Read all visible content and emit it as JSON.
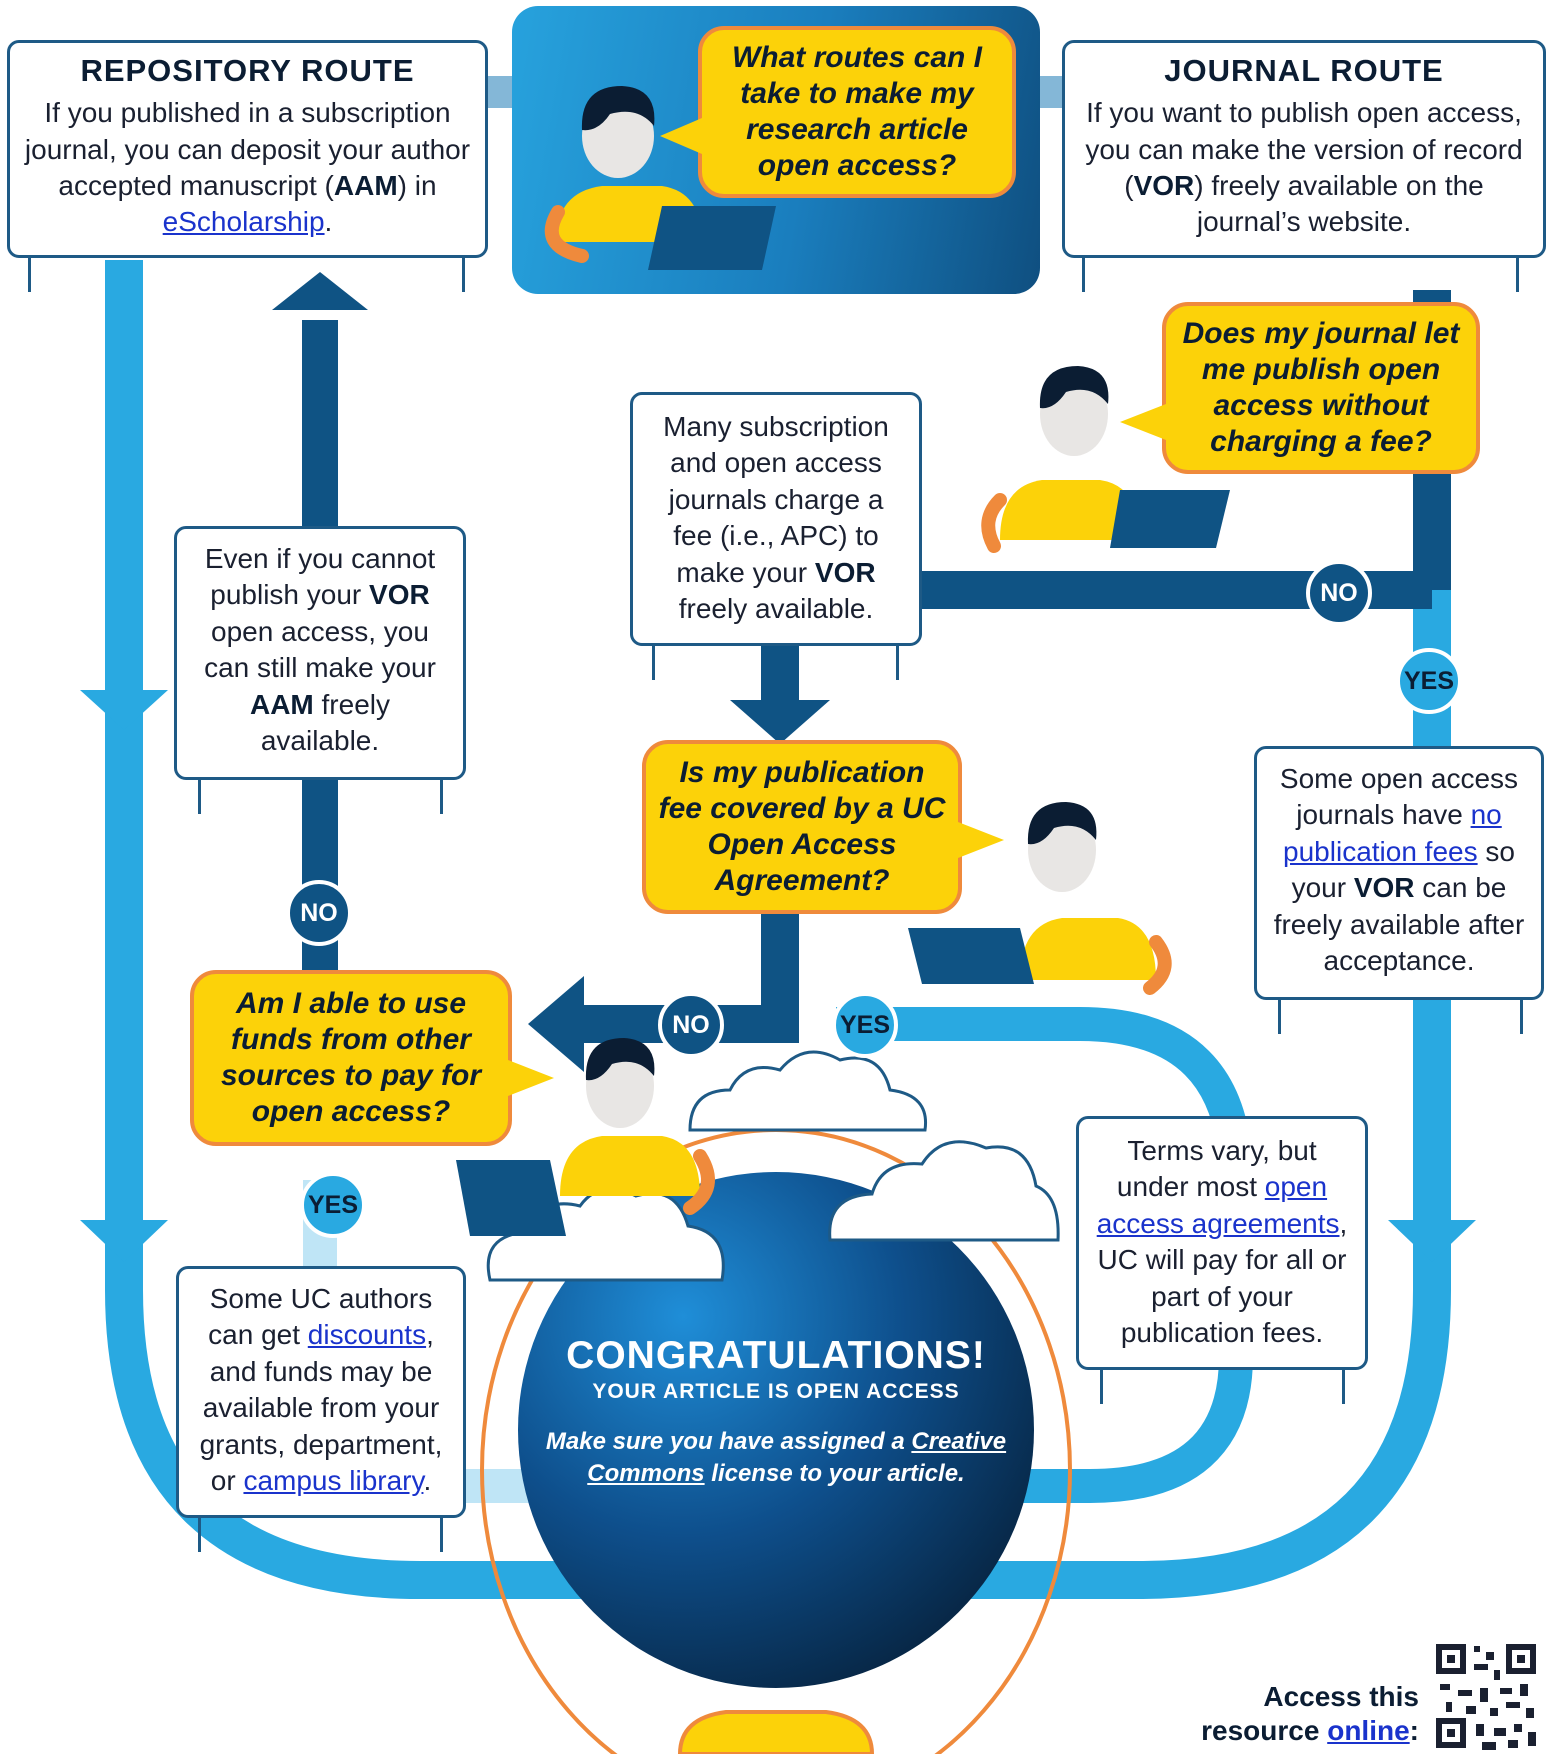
{
  "colors": {
    "light_arrow": "#29a9e1",
    "dark_arrow": "#0f5384",
    "box_border": "#1e5a86",
    "bubble_fill": "#fcd209",
    "bubble_border": "#ef8a3c",
    "link": "#1a33cc"
  },
  "repository_route": {
    "heading": "REPOSITORY ROUTE",
    "text_1": "If you published in a subscription journal, you can deposit your author accepted manuscript (",
    "abbr": "AAM",
    "text_2": ") in ",
    "link": "eScholarship",
    "text_3": "."
  },
  "journal_route": {
    "heading": "JOURNAL ROUTE",
    "text_1": "If you want to publish open access, you can make the version of record (",
    "abbr": "VOR",
    "text_2": ") freely available on the journal’s website."
  },
  "questions": {
    "q1": "What routes can I take to make my research article open access?",
    "q2": "Does my journal let me publish open access without charging a fee?",
    "q3": "Is my publication fee covered by a UC Open Access Agreement?",
    "q4": "Am I able to use funds from other sources to pay for open access?"
  },
  "info_boxes": {
    "apc": {
      "text_1": "Many subscription and open access journals charge a fee (i.e., APC) to make your ",
      "abbr": "VOR",
      "text_2": " freely available."
    },
    "aam": {
      "text_1": "Even if you cannot publish your ",
      "abbr": "VOR",
      "text_2": " open access, you can still make your ",
      "abbr2": "AAM",
      "text_3": " freely available."
    },
    "no_fee": {
      "text_1": "Some open access journals have ",
      "link": "no publication fees",
      "text_2": " so your ",
      "abbr": "VOR",
      "text_3": " can be freely available after acceptance."
    },
    "agreements": {
      "text_1": "Terms vary, but under most ",
      "link": "open access agreements",
      "text_2": ", UC will pay for all or part of your publication fees."
    },
    "discounts": {
      "text_1": "Some UC authors can get ",
      "link": "discounts",
      "text_2": ", and funds may be available from your grants, department, or ",
      "link2": "campus library",
      "text_3": "."
    }
  },
  "badges": {
    "no_fee_no": "NO",
    "no_fee_yes": "YES",
    "agreement_no": "NO",
    "agreement_yes": "YES",
    "other_funds_no": "NO",
    "other_funds_yes": "YES"
  },
  "congratulations": {
    "title": "CONGRATULATIONS!",
    "subtitle": "YOUR ARTICLE IS OPEN ACCESS",
    "note_1": "Make sure you have assigned a ",
    "note_link": "Creative Commons",
    "note_2": " license to your article."
  },
  "footer": {
    "access_1": "Access this",
    "access_2": "resource ",
    "access_link": "online",
    "access_3": ":"
  }
}
